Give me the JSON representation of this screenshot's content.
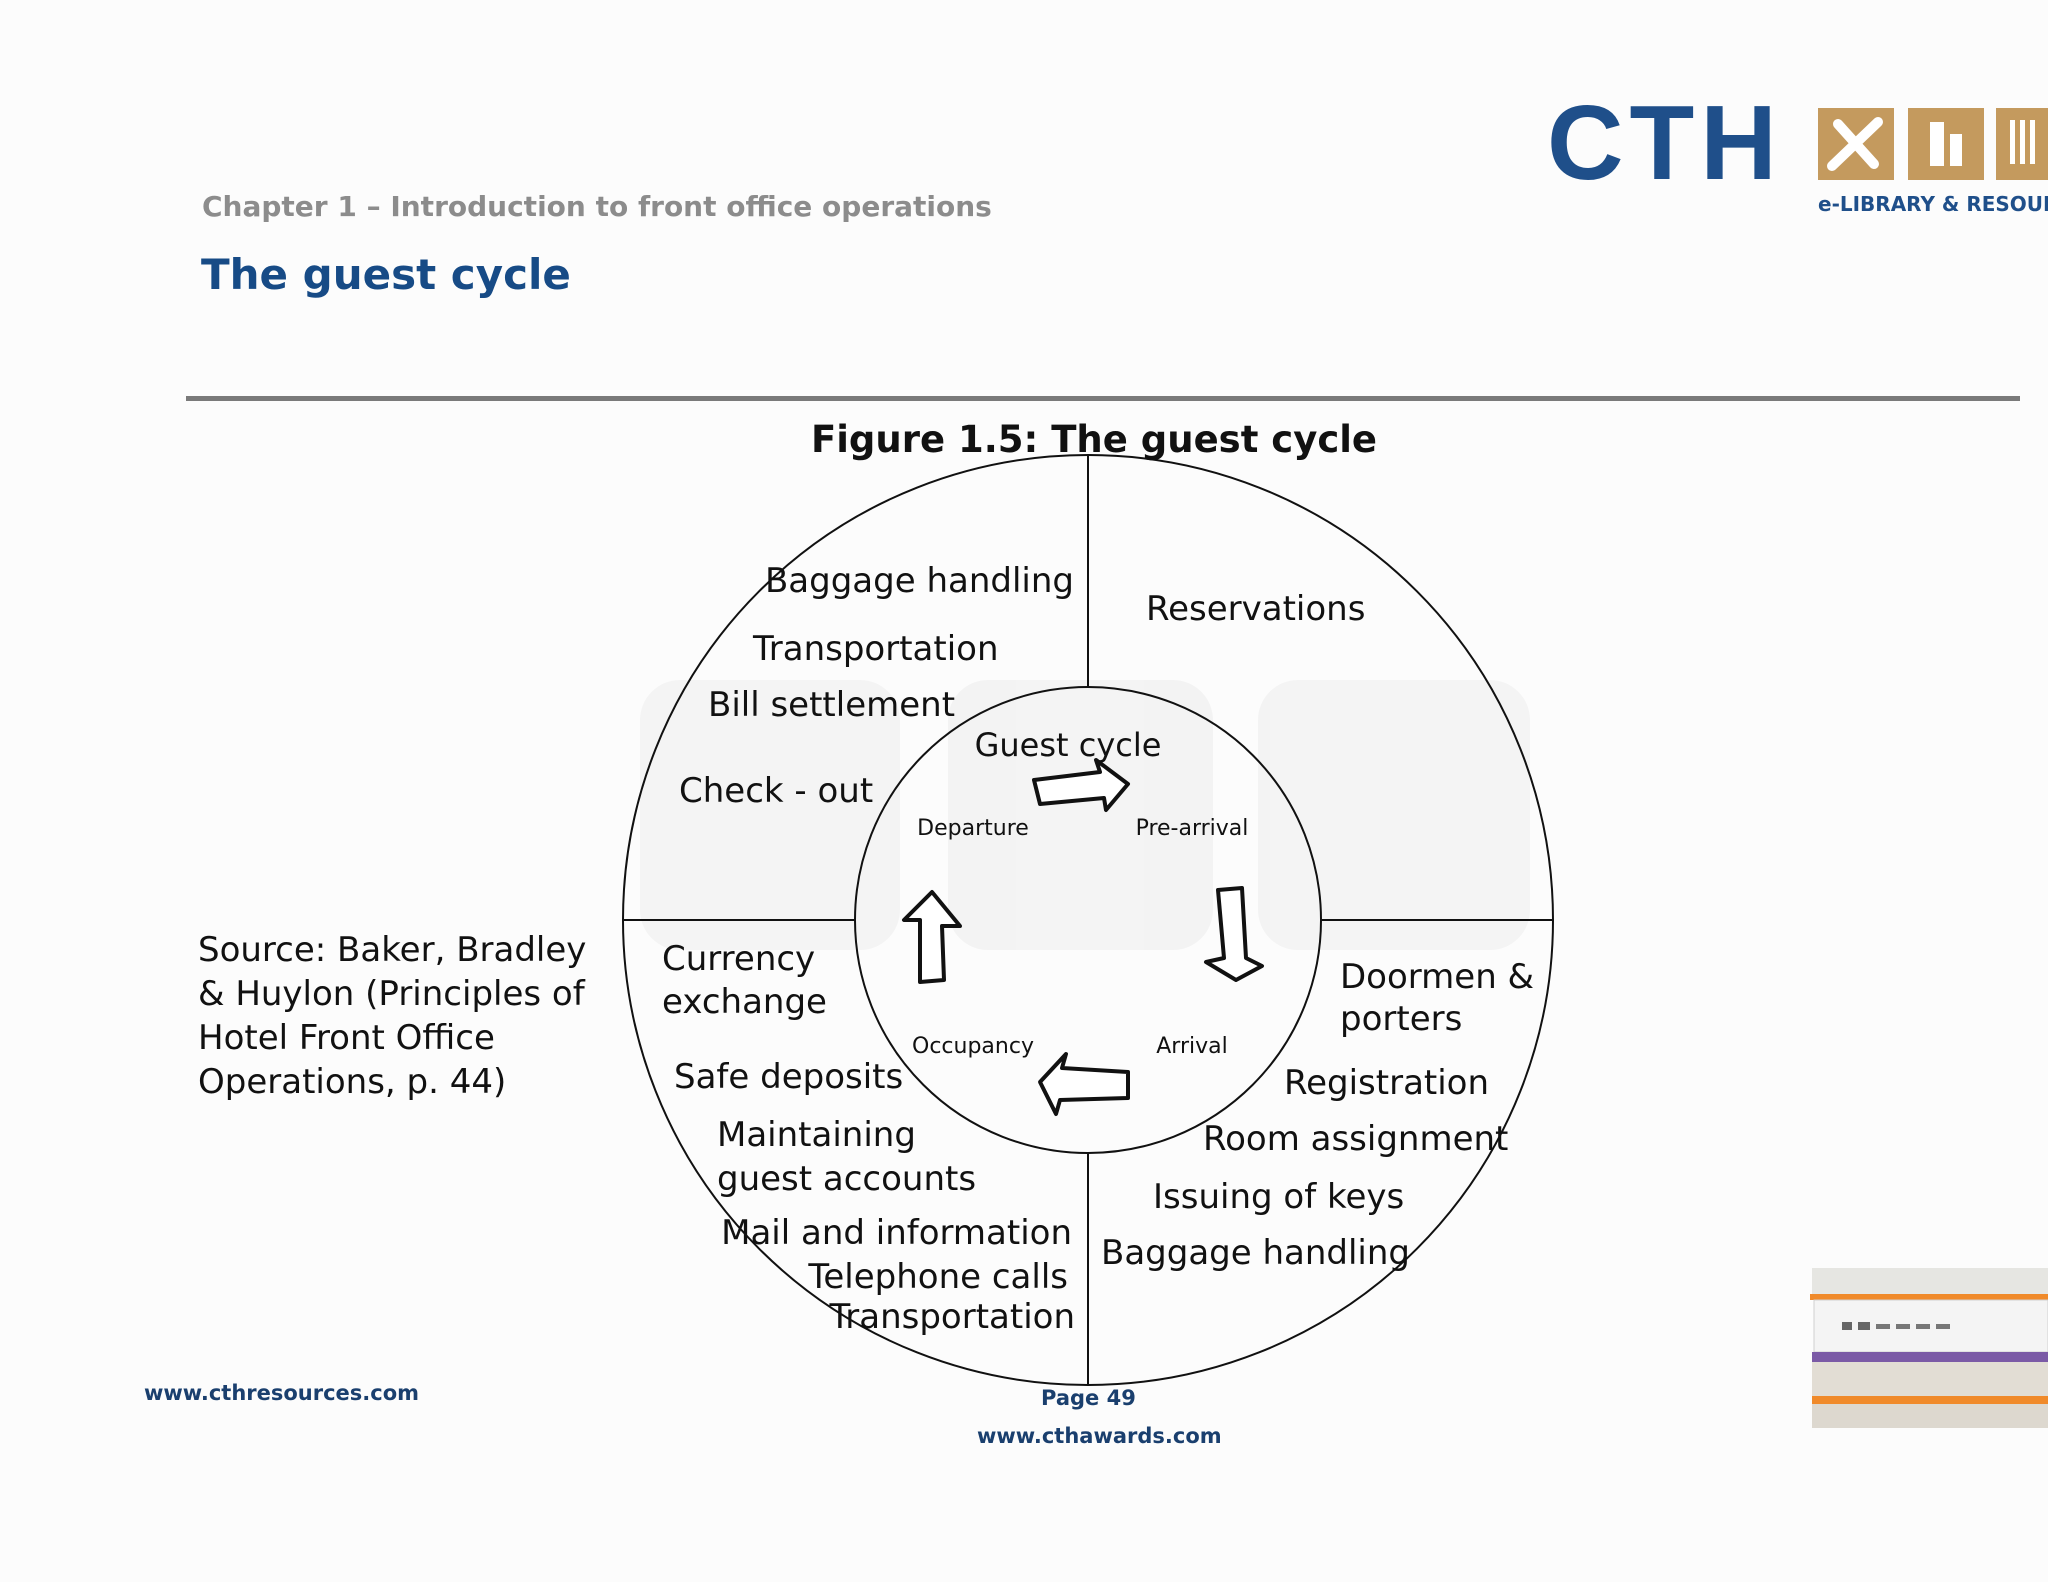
{
  "header": {
    "chapter": "Chapter 1 – Introduction to front office operations",
    "title": "The guest cycle"
  },
  "logo": {
    "text": "CTH",
    "subtitle": "e-LIBRARY & RESOURCE"
  },
  "source_note": "Source: Baker, Bradley & Huylon (Principles of Hotel Front Office Operations, p. 44)",
  "figure": {
    "title": "Figure 1.5: The guest cycle",
    "center_label": "Guest cycle",
    "stages": {
      "departure": "Departure",
      "pre_arrival": "Pre-arrival",
      "arrival": "Arrival",
      "occupancy": "Occupancy"
    },
    "quadrants": {
      "departure": [
        "Baggage handling",
        "Transportation",
        "Bill settlement",
        "Check - out"
      ],
      "pre_arrival": [
        "Reservations"
      ],
      "arrival": [
        "Doormen &",
        "porters",
        "Registration",
        "Room assignment",
        "Issuing of keys",
        "Baggage handling"
      ],
      "occupancy": [
        "Currency",
        "exchange",
        "Safe deposits",
        "Maintaining",
        "guest accounts",
        "Mail and information",
        "Telephone calls",
        "Transportation"
      ]
    }
  },
  "footer": {
    "left_link": "www.cthresources.com",
    "page": "Page  49",
    "center_link": "www.cthawards.com"
  },
  "colors": {
    "brand_blue": "#1f4f8a",
    "title_blue": "#174b86",
    "logo_gold": "#c49a5e"
  }
}
